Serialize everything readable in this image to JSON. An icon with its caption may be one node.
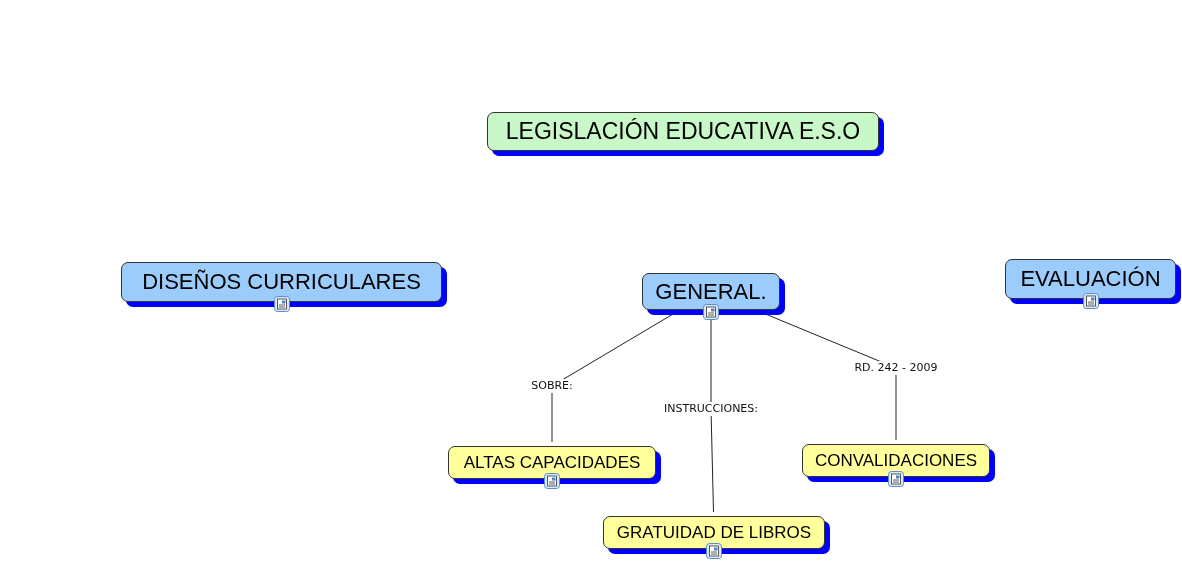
{
  "diagram": {
    "nodes": [
      {
        "text": [
          "LEGISLACIÓN EDUCATIVA E.S.O"
        ]
      },
      {
        "text": [
          "DISEÑOS CURRICULARES"
        ]
      },
      {
        "text": [
          "GENERAL."
        ]
      },
      {
        "text": [
          "EVALUACIÓN"
        ]
      },
      {
        "text": [
          "ALTAS CAPACIDADES"
        ]
      },
      {
        "text": [
          "GRATUIDAD DE LIBROS"
        ]
      },
      {
        "text": [
          "CONVALIDACIONES"
        ]
      }
    ],
    "edges": [
      {
        "from": 2,
        "to": 4,
        "arrow": "none",
        "label": "SOBRE:"
      },
      {
        "from": 2,
        "to": 5,
        "arrow": "none",
        "label": "INSTRUCCIONES:"
      },
      {
        "from": 2,
        "to": 6,
        "arrow": "none",
        "label": "RD. 242 - 2009"
      }
    ]
  }
}
